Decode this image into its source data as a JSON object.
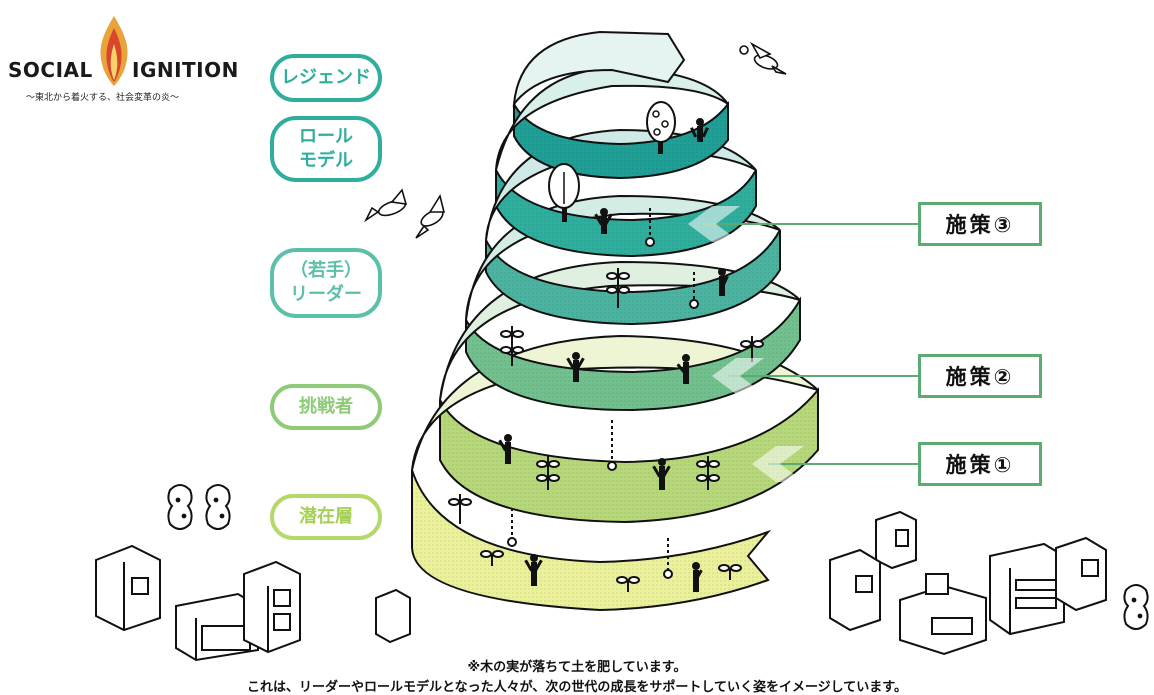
{
  "logo": {
    "word_left": "SOCIAL",
    "word_right": "IGNITION",
    "tagline": "〜東北から着火する、社会変革の炎〜"
  },
  "stages": [
    {
      "lines": [
        "レジェンド"
      ],
      "color": "#2fae9e"
    },
    {
      "lines": [
        "ロール",
        "モデル"
      ],
      "color": "#2fae9e"
    },
    {
      "lines": [
        "（若手）",
        "リーダー"
      ],
      "color": "#5cbfa9"
    },
    {
      "lines": [
        "挑戦者"
      ],
      "color": "#8ecb79"
    },
    {
      "lines": [
        "潜在層"
      ],
      "color": "#b4d86a"
    }
  ],
  "measures": [
    {
      "label": "施策③"
    },
    {
      "label": "施策②"
    },
    {
      "label": "施策①"
    }
  ],
  "notes": {
    "line1": "※木の実が落ちて土を肥しています。",
    "line2": "これは、リーダーやロールモデルとなった人々が、次の世代の成長をサポートしていく姿をイメージしています。"
  }
}
